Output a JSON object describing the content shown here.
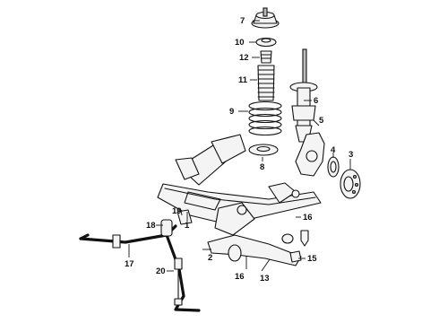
{
  "callouts": [
    {
      "id": "1",
      "text": "1"
    },
    {
      "id": "2",
      "text": "2"
    },
    {
      "id": "3",
      "text": "3"
    },
    {
      "id": "4",
      "text": "4"
    },
    {
      "id": "5",
      "text": "5"
    },
    {
      "id": "6",
      "text": "6"
    },
    {
      "id": "7",
      "text": "7"
    },
    {
      "id": "8",
      "text": "8"
    },
    {
      "id": "9",
      "text": "9"
    },
    {
      "id": "10",
      "text": "10"
    },
    {
      "id": "11",
      "text": "11"
    },
    {
      "id": "12",
      "text": "12"
    },
    {
      "id": "13",
      "text": "13"
    },
    {
      "id": "15",
      "text": "15"
    },
    {
      "id": "16a",
      "text": "16"
    },
    {
      "id": "16b",
      "text": "16"
    },
    {
      "id": "17",
      "text": "17"
    },
    {
      "id": "18",
      "text": "18"
    },
    {
      "id": "19",
      "text": "19"
    },
    {
      "id": "20",
      "text": "20"
    }
  ],
  "parts": [
    {
      "id": "crossmember",
      "icon": "front-crossmember"
    },
    {
      "id": "lower-arm",
      "icon": "lower-control-arm"
    },
    {
      "id": "hub-bearing",
      "icon": "wheel-hub-bearing"
    },
    {
      "id": "knuckle",
      "icon": "steering-knuckle"
    },
    {
      "id": "strut",
      "icon": "shock-strut"
    },
    {
      "id": "coil-spring",
      "icon": "coil-spring"
    },
    {
      "id": "spring-seat",
      "icon": "spring-seat"
    },
    {
      "id": "top-mount",
      "icon": "strut-mount"
    },
    {
      "id": "dust-boot",
      "icon": "dust-boot"
    },
    {
      "id": "stabilizer-bar",
      "icon": "stabilizer-bar"
    },
    {
      "id": "stabilizer-link",
      "icon": "stabilizer-link"
    },
    {
      "id": "bushing",
      "icon": "bushing"
    }
  ]
}
